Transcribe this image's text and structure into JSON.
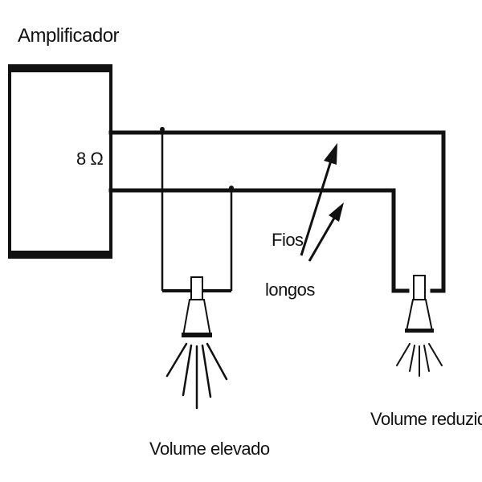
{
  "labels": {
    "amplifier": "Amplificador",
    "impedance": "8 Ω",
    "long_wires_line1": "Fios",
    "long_wires_line2": "longos",
    "speaker_near": "Volume elevado",
    "speaker_far": "Volume reduzido"
  },
  "colors": {
    "ink": "#111111",
    "background": "#ffffff"
  }
}
